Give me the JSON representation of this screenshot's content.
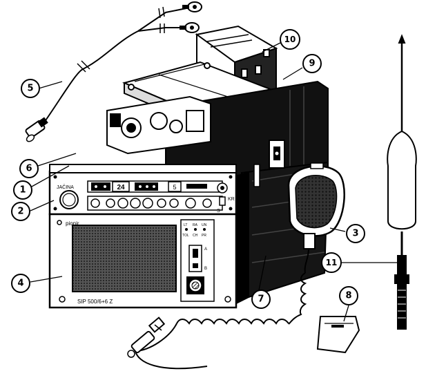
{
  "callouts": [
    {
      "id": "1",
      "label": "1"
    },
    {
      "id": "2",
      "label": "2"
    },
    {
      "id": "3",
      "label": "3"
    },
    {
      "id": "4",
      "label": "4"
    },
    {
      "id": "5",
      "label": "5"
    },
    {
      "id": "6",
      "label": "6"
    },
    {
      "id": "7",
      "label": "7"
    },
    {
      "id": "8",
      "label": "8"
    },
    {
      "id": "9",
      "label": "9"
    },
    {
      "id": "10",
      "label": "10"
    },
    {
      "id": "11",
      "label": "11"
    }
  ],
  "radio_panel": {
    "brand_label": "JAČINA",
    "channel_display": "24",
    "small_display": "5",
    "side_label_top": "KR",
    "side_label_bottom": "S"
  },
  "speaker_unit": {
    "brand": "pionir",
    "model": "SIP 500/6+6 Z",
    "switch_labels": [
      "LT",
      "RA",
      "UN"
    ],
    "switch_sublabels": [
      "TOL",
      "CH",
      "PR"
    ],
    "switch_a": "A",
    "switch_b": "B"
  },
  "colors": {
    "ink": "#000000",
    "paper": "#ffffff",
    "case_dark": "#111111"
  }
}
